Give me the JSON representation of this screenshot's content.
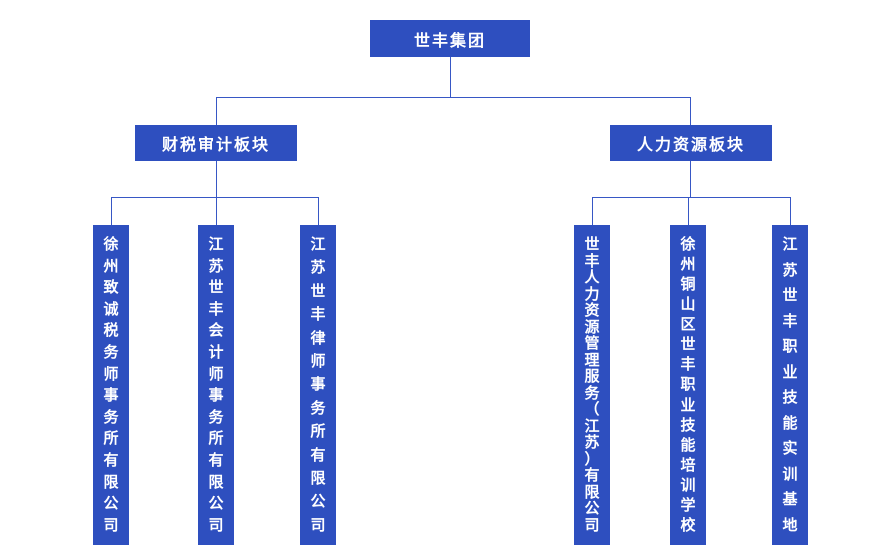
{
  "colors": {
    "box": "#2e4fbf",
    "line": "#3757c5",
    "text": "#ffffff"
  },
  "org": {
    "root": {
      "label": "世丰集团"
    },
    "branches": [
      {
        "label": "财税审计板块",
        "children": [
          {
            "label": "徐州致诚税务师事务所有限公司"
          },
          {
            "label": "江苏世丰会计师事务所有限公司"
          },
          {
            "label": "江苏世丰律师事务所有限公司"
          }
        ]
      },
      {
        "label": "人力资源板块",
        "children": [
          {
            "label": "世丰人力资源管理服务（江苏）有限公司"
          },
          {
            "label": "徐州铜山区世丰职业技能培训学校"
          },
          {
            "label": "江苏世丰职业技能实训基地"
          }
        ]
      }
    ]
  }
}
